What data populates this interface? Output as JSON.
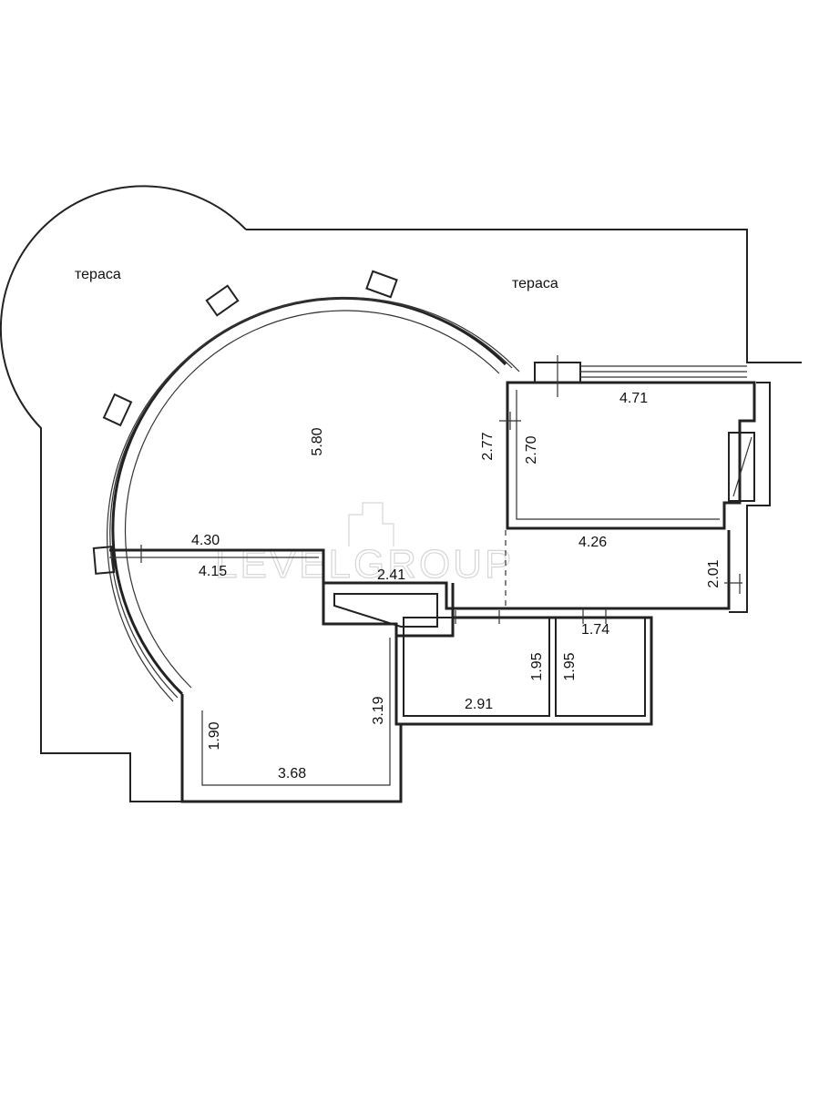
{
  "watermark": "LEVELGROUP",
  "terrace_labels": [
    "тераса",
    "тераса"
  ],
  "dimensions": {
    "living_room": "5.80",
    "room_top_right_width": "4.71",
    "room_top_right_depth_outer": "2.77",
    "room_top_right_depth_inner": "2.70",
    "corridor_left_upper": "4.30",
    "corridor_left_lower": "4.15",
    "corridor_right": "4.26",
    "corridor_right_height": "2.01",
    "hall_width": "2.41",
    "bathroom_width": "2.91",
    "bathroom_height": "1.95",
    "wc_height": "1.95",
    "wc_width": "1.74",
    "kitchen_height": "3.19",
    "kitchen_left_height": "1.90",
    "kitchen_width": "3.68"
  }
}
